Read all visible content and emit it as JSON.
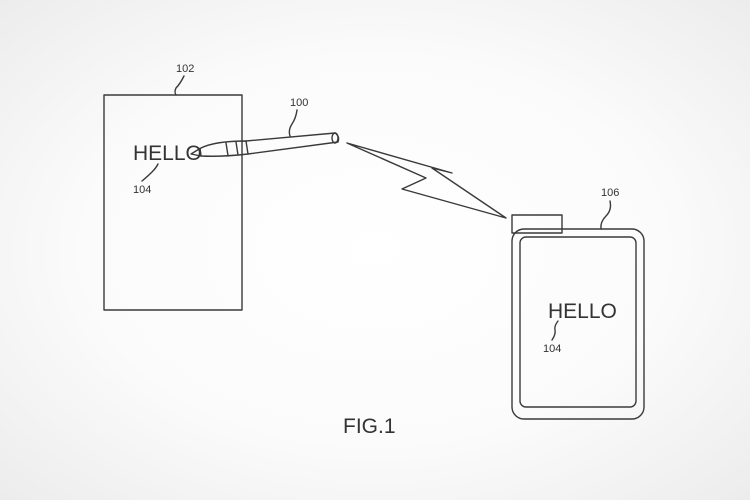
{
  "figure": {
    "caption": "FIG.1",
    "paper": {
      "ref": "102",
      "written_text": "HELLO",
      "text_ref": "104"
    },
    "pen": {
      "ref": "100"
    },
    "device": {
      "ref": "106",
      "displayed_text": "HELLO",
      "text_ref": "104"
    }
  },
  "colors": {
    "line": "#3a3a3a",
    "text": "#333333",
    "background": "#f6f6f6"
  }
}
